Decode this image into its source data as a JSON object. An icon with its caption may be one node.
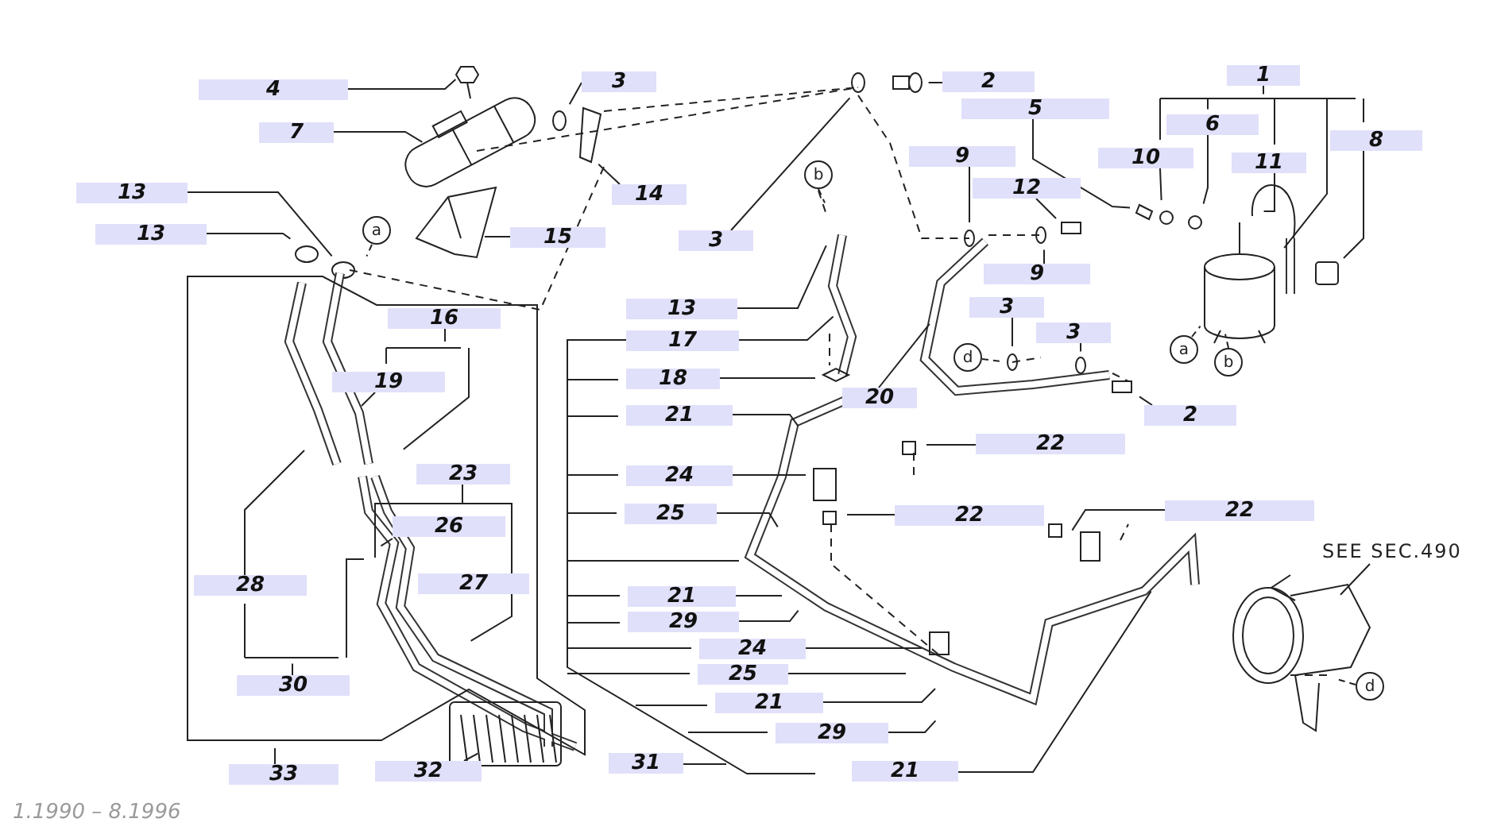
{
  "diagram": {
    "nodes": [
      {
        "text": [
          "1"
        ]
      },
      {
        "text": [
          "4"
        ]
      },
      {
        "text": [
          "3"
        ]
      },
      {
        "text": [
          "2"
        ]
      },
      {
        "text": [
          "5"
        ]
      },
      {
        "text": [
          "7"
        ]
      },
      {
        "text": [
          "6"
        ]
      },
      {
        "text": [
          "8"
        ]
      },
      {
        "text": [
          "10"
        ]
      },
      {
        "text": [
          "9"
        ]
      },
      {
        "text": [
          "11"
        ]
      },
      {
        "text": [
          "12"
        ]
      },
      {
        "text": [
          "13"
        ]
      },
      {
        "text": [
          "14"
        ]
      },
      {
        "text": [
          "13"
        ]
      },
      {
        "text": [
          "15"
        ]
      },
      {
        "text": [
          "3"
        ]
      },
      {
        "text": [
          "9"
        ]
      },
      {
        "text": [
          "13"
        ]
      },
      {
        "text": [
          "3"
        ]
      },
      {
        "text": [
          "16"
        ]
      },
      {
        "text": [
          "19"
        ]
      },
      {
        "text": [
          "17"
        ]
      },
      {
        "text": [
          "18"
        ]
      },
      {
        "text": [
          "20"
        ]
      },
      {
        "text": [
          "21"
        ]
      },
      {
        "text": [
          "2"
        ]
      },
      {
        "text": [
          "22"
        ]
      },
      {
        "text": [
          "23"
        ]
      },
      {
        "text": [
          "24"
        ]
      },
      {
        "text": [
          "25"
        ]
      },
      {
        "text": [
          "22"
        ]
      },
      {
        "text": [
          "22"
        ]
      },
      {
        "text": [
          "26"
        ]
      },
      {
        "text": [
          "28"
        ]
      },
      {
        "text": [
          "27"
        ]
      },
      {
        "text": [
          "21"
        ]
      },
      {
        "text": [
          "29"
        ]
      },
      {
        "text": [
          "24"
        ]
      },
      {
        "text": [
          "30"
        ]
      },
      {
        "text": [
          "25"
        ]
      },
      {
        "text": [
          "21"
        ]
      },
      {
        "text": [
          "29"
        ]
      },
      {
        "text": [
          "33"
        ]
      },
      {
        "text": [
          "32"
        ]
      },
      {
        "text": [
          "31"
        ]
      },
      {
        "text": [
          "21"
        ]
      },
      {
        "text": [
          "SEE SEC.490"
        ]
      },
      {
        "text": [
          "a"
        ]
      },
      {
        "text": [
          "b"
        ]
      },
      {
        "text": [
          "d"
        ]
      },
      {
        "text": [
          "a"
        ]
      },
      {
        "text": [
          "b"
        ]
      },
      {
        "text": [
          "d"
        ]
      },
      {
        "text": [
          "3"
        ]
      }
    ],
    "edges": [
      {
        "from": 0,
        "to": null,
        "arrow": "none"
      },
      {
        "from": 1,
        "to": null,
        "arrow": "none"
      },
      {
        "from": 2,
        "to": null,
        "arrow": "none"
      },
      {
        "from": 3,
        "to": null,
        "arrow": "none"
      },
      {
        "from": 4,
        "to": null,
        "arrow": "none"
      },
      {
        "from": 5,
        "to": null,
        "arrow": "none"
      },
      {
        "from": 6,
        "to": null,
        "arrow": "none"
      },
      {
        "from": 7,
        "to": null,
        "arrow": "none"
      },
      {
        "from": 8,
        "to": null,
        "arrow": "none"
      },
      {
        "from": 9,
        "to": null,
        "arrow": "none"
      },
      {
        "from": 10,
        "to": null,
        "arrow": "none"
      },
      {
        "from": 11,
        "to": null,
        "arrow": "none"
      },
      {
        "from": 12,
        "to": null,
        "arrow": "none"
      },
      {
        "from": 13,
        "to": null,
        "arrow": "none"
      },
      {
        "from": 14,
        "to": null,
        "arrow": "none"
      },
      {
        "from": 15,
        "to": null,
        "arrow": "none"
      },
      {
        "from": 16,
        "to": null,
        "arrow": "none"
      },
      {
        "from": 17,
        "to": null,
        "arrow": "none"
      },
      {
        "from": 18,
        "to": null,
        "arrow": "none"
      },
      {
        "from": 19,
        "to": null,
        "arrow": "none"
      },
      {
        "from": 20,
        "to": null,
        "arrow": "none"
      },
      {
        "from": 21,
        "to": null,
        "arrow": "none"
      },
      {
        "from": 22,
        "to": null,
        "arrow": "none"
      },
      {
        "from": 23,
        "to": null,
        "arrow": "none"
      },
      {
        "from": 24,
        "to": null,
        "arrow": "none"
      },
      {
        "from": 25,
        "to": null,
        "arrow": "none"
      },
      {
        "from": 26,
        "to": null,
        "arrow": "none"
      },
      {
        "from": 27,
        "to": null,
        "arrow": "none"
      },
      {
        "from": 28,
        "to": null,
        "arrow": "none"
      },
      {
        "from": 28,
        "to": 35,
        "arrow": "none"
      },
      {
        "from": 29,
        "to": null,
        "arrow": "none"
      },
      {
        "from": 30,
        "to": null,
        "arrow": "none"
      },
      {
        "from": 31,
        "to": null,
        "arrow": "none"
      },
      {
        "from": 32,
        "to": null,
        "arrow": "none"
      },
      {
        "from": 33,
        "to": null,
        "arrow": "none"
      },
      {
        "from": 34,
        "to": null,
        "arrow": "none"
      },
      {
        "from": 35,
        "to": null,
        "arrow": "none"
      },
      {
        "from": 36,
        "to": null,
        "arrow": "none"
      },
      {
        "from": 37,
        "to": null,
        "arrow": "none"
      },
      {
        "from": 38,
        "to": null,
        "arrow": "none"
      },
      {
        "from": 39,
        "to": null,
        "arrow": "none"
      },
      {
        "from": 40,
        "to": null,
        "arrow": "none"
      },
      {
        "from": 41,
        "to": null,
        "arrow": "none"
      },
      {
        "from": 42,
        "to": null,
        "arrow": "none"
      },
      {
        "from": 43,
        "to": null,
        "arrow": "none"
      },
      {
        "from": 44,
        "to": null,
        "arrow": "none"
      },
      {
        "from": 45,
        "to": null,
        "arrow": "none"
      },
      {
        "from": 46,
        "to": null,
        "arrow": "none"
      },
      {
        "from": 47,
        "to": null,
        "arrow": "none"
      },
      {
        "from": 48,
        "to": null,
        "arrow": "none",
        "style": "dashed"
      },
      {
        "from": 49,
        "to": null,
        "arrow": "none",
        "style": "dashed"
      },
      {
        "from": 50,
        "to": null,
        "arrow": "none",
        "style": "dashed"
      },
      {
        "from": 51,
        "to": null,
        "arrow": "none",
        "style": "dashed"
      },
      {
        "from": 52,
        "to": null,
        "arrow": "none",
        "style": "dashed"
      },
      {
        "from": 53,
        "to": null,
        "arrow": "none",
        "style": "dashed"
      },
      {
        "from": 54,
        "to": null,
        "arrow": "none"
      }
    ],
    "labels": [
      "1.1990 – 8.1996"
    ]
  }
}
